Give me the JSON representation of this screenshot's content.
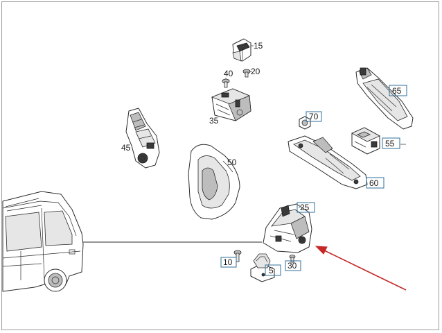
{
  "parts": {
    "p15": "15",
    "p20": "20",
    "p40": "40",
    "p35": "35",
    "p45": "45",
    "p50": "50",
    "p65": "65",
    "p70": "70",
    "p55": "55",
    "p60": "60",
    "p25": "25",
    "p10": "10",
    "p5": "5",
    "p30": "30"
  },
  "colors": {
    "arrow": "#c62828",
    "callout_box": "#2f6f9a",
    "line": "#2a2a2a"
  }
}
